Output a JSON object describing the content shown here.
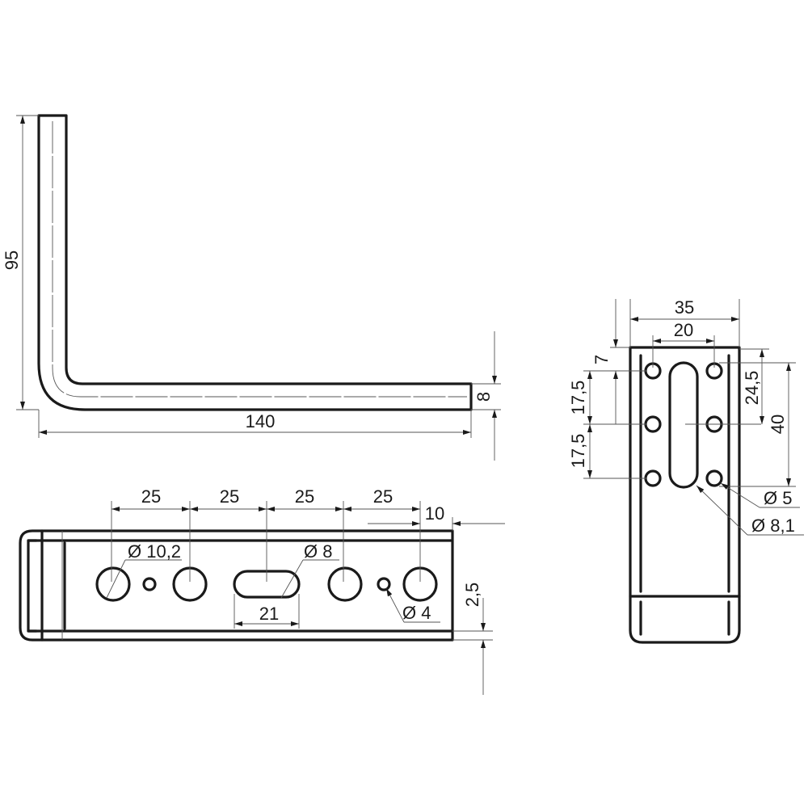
{
  "side_view": {
    "height": "95",
    "length": "140",
    "thickness": "8"
  },
  "front_view": {
    "spacings": [
      "25",
      "25",
      "25",
      "25"
    ],
    "edge_offset": "10",
    "large_hole_dia": "Ø 10,2",
    "slot_dia": "Ø 8",
    "slot_length": "21",
    "small_hole_dia": "Ø 4",
    "rib_offset": "2,5"
  },
  "end_view": {
    "width": "35",
    "hole_spacing": "20",
    "top_offset": "7",
    "row_spacing_1": "17,5",
    "row_spacing_2": "17,5",
    "slot_offset": "24,5",
    "slot_length": "40",
    "hole_dia": "Ø 5",
    "slot_dia": "Ø 8,1"
  },
  "colors": {
    "line": "#1a1a1a",
    "dim": "#555555"
  }
}
